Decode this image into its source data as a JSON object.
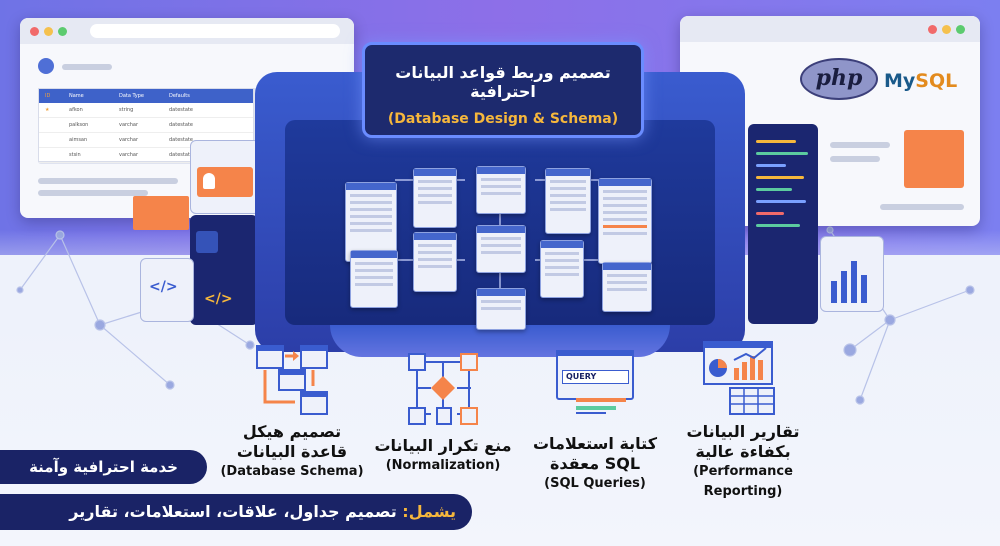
{
  "banner": {
    "title_ar": "تصميم وربط قواعد البيانات احترافية",
    "title_en": "(Database Design & Schema)"
  },
  "left_window": {
    "table_headers": [
      "ID",
      "Name",
      "Data Type",
      "Defaults"
    ],
    "table_rows": [
      [
        "★",
        "afkon",
        "string",
        "datestate"
      ],
      [
        "",
        "palkson",
        "varchar",
        "datestate"
      ],
      [
        "",
        "aimsan",
        "varchar",
        "datestate"
      ],
      [
        "",
        "stsin",
        "varchar",
        "datestate"
      ]
    ]
  },
  "logos": {
    "php": "php",
    "mysql_my": "My",
    "mysql_sql": "SQL"
  },
  "features": [
    {
      "ar1": "تصميم هيكل",
      "ar2": "قاعدة البيانات",
      "en": "(Database Schema)",
      "icon": "schema-icon"
    },
    {
      "ar1": "منع تكرار البيانات",
      "ar2": "",
      "en": "(Normalization)",
      "icon": "normalization-icon"
    },
    {
      "ar1": "كتابة استعلامات",
      "ar2": "SQL معقدة",
      "en": "(SQL Queries)",
      "icon": "query-icon",
      "icon_text": "QUERY"
    },
    {
      "ar1": "تقارير البيانات",
      "ar2": "بكفاءة عالية",
      "en": "(Performance",
      "en2": "Reporting)",
      "icon": "report-icon"
    }
  ],
  "footer": {
    "pill1": "خدمة احترافية وآمنة",
    "pill2_lead": "يشمل:",
    "pill2_rest": " تصميم جداول، علاقات، استعلامات، تقارير"
  },
  "colors": {
    "navy": "#1a2366",
    "accent": "#f6b73c",
    "blue": "#3a5ccf"
  }
}
